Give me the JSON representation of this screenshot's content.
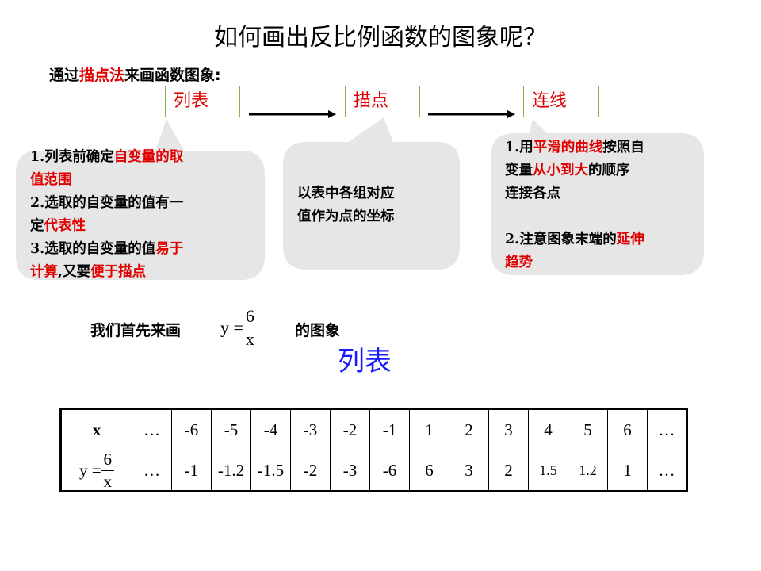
{
  "title": "如何画出反比例函数的图象呢？",
  "intro": {
    "prefix": "通过",
    "highlight": "描点法",
    "suffix": "来画函数图象:"
  },
  "steps": [
    {
      "label": "列表"
    },
    {
      "label": "描点"
    },
    {
      "label": "连线"
    }
  ],
  "bubble1": {
    "l1a": "1.列表前确定",
    "l1b": "自变量的取",
    "l2": "值范围",
    "l3": "2.选取的自变量的值有一",
    "l4a": "定",
    "l4b": "代表性",
    "l5a": "3.选取的自变量的值",
    "l5b": "易于",
    "l6a": "计算",
    "l6b": ",又要",
    "l6c": "便于描点"
  },
  "bubble2": {
    "l1": "以表中各组对应",
    "l2": "值作为点的坐标"
  },
  "bubble3": {
    "l1a": "1.用",
    "l1b": "平滑的曲线",
    "l1c": "按照自",
    "l2a": "变量",
    "l2b": "从小到大",
    "l2c": "的顺序",
    "l3": "连接各点",
    "l4a": "2.注意图象末端的",
    "l4b": "延伸",
    "l5": "趋势"
  },
  "equation": {
    "before": "我们首先来画",
    "lhs": "y =",
    "num": "6",
    "den": "x",
    "after": "的图象"
  },
  "subtitle": "列表",
  "table": {
    "x_header": "x",
    "y_header": {
      "lhs": "y =",
      "num": "6",
      "den": "x"
    },
    "x_values": [
      "…",
      "-6",
      "-5",
      "-4",
      "-3",
      "-2",
      "-1",
      "1",
      "2",
      "3",
      "4",
      "5",
      "6",
      "…"
    ],
    "y_values": [
      "…",
      "-1",
      "-1.2",
      "-1.5",
      "-2",
      "-3",
      "-6",
      "6",
      "3",
      "2",
      "1.5",
      "1.2",
      "1",
      "…"
    ]
  },
  "colors": {
    "highlight": "#e00000",
    "box_border": "#8db24a",
    "bubble_fill": "#e6e6e6",
    "subtitle": "#1a1aff"
  }
}
